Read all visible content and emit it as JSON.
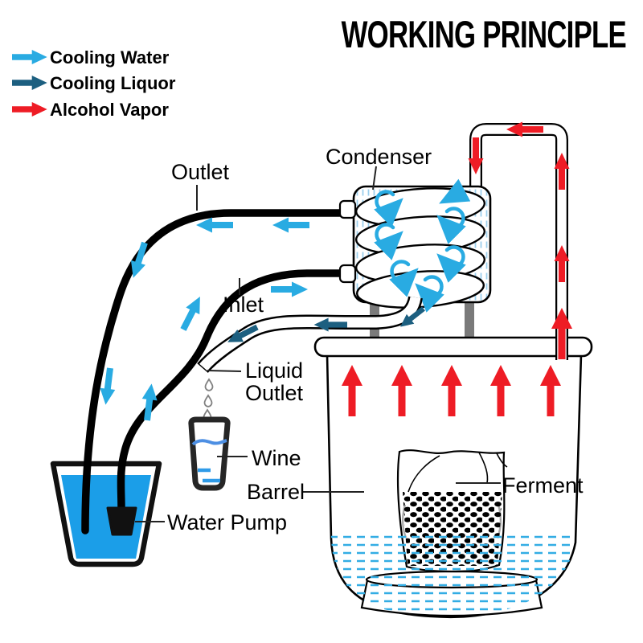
{
  "title": "WORKING PRINCIPLE",
  "legend": {
    "items": [
      {
        "label": "Cooling Water",
        "color": "#29ABE2"
      },
      {
        "label": "Cooling Liquor",
        "color": "#1C5F80"
      },
      {
        "label": "Alcohol Vapor",
        "color": "#EE1C25"
      }
    ]
  },
  "labels": {
    "outlet": "Outlet",
    "condenser": "Condenser",
    "inlet": "Inlet",
    "liquid_outlet": [
      "Liquid",
      "Outlet"
    ],
    "wine": "Wine",
    "barrel": "Barrel",
    "water_pump": "Water Pump",
    "ferment": "Ferment"
  },
  "colors": {
    "cooling_water": "#29ABE2",
    "cooling_liquor": "#1C5F80",
    "alcohol_vapor": "#EE1C25",
    "bucket_water": "#1B9EE8",
    "barrel_water_dash": "#33ADE4",
    "condenser_hatch": "#9CCFED",
    "wine_level_line": "#4D8FE3",
    "wine_drops": "#2F9BE8",
    "stand_legs_gray": "#7A7A7A"
  }
}
